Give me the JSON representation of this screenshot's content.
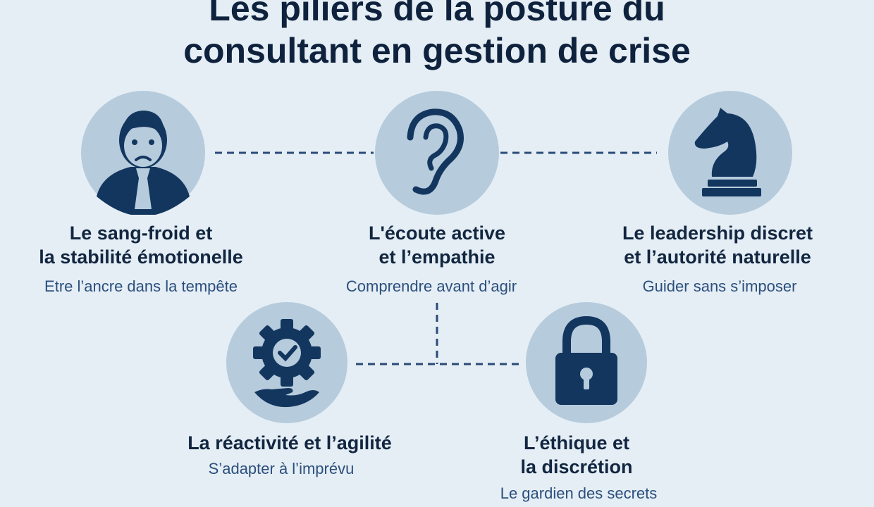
{
  "title": {
    "line1": "Les piliers de la posture du",
    "line2": "consultant en gestion de crise"
  },
  "colors": {
    "background": "#e5eef5",
    "circle": "#b6cbdc",
    "icon": "#13365f",
    "text": "#122640",
    "subtitle": "#2b4f7d"
  },
  "pillars": [
    {
      "icon": "worried-person-icon",
      "label1": "Le sang-froid et",
      "label2": "la stabilité émotionelle",
      "subtitle": "Etre l’ancre dans la tempête"
    },
    {
      "icon": "ear-icon",
      "label1": "L'écoute active",
      "label2": "et l’empathie",
      "subtitle": "Comprendre avant d’agir"
    },
    {
      "icon": "chess-knight-icon",
      "label1": "Le leadership discret",
      "label2": "et l’autorité naturelle",
      "subtitle": "Guider sans s’imposer"
    },
    {
      "icon": "gear-check-hand-icon",
      "label1": "La réactivité et l’agilité",
      "subtitle": "S’adapter à l’imprévu"
    },
    {
      "icon": "padlock-icon",
      "label1": "L’éthique et",
      "label2": "la discrétion",
      "subtitle": "Le gardien des secrets"
    }
  ]
}
